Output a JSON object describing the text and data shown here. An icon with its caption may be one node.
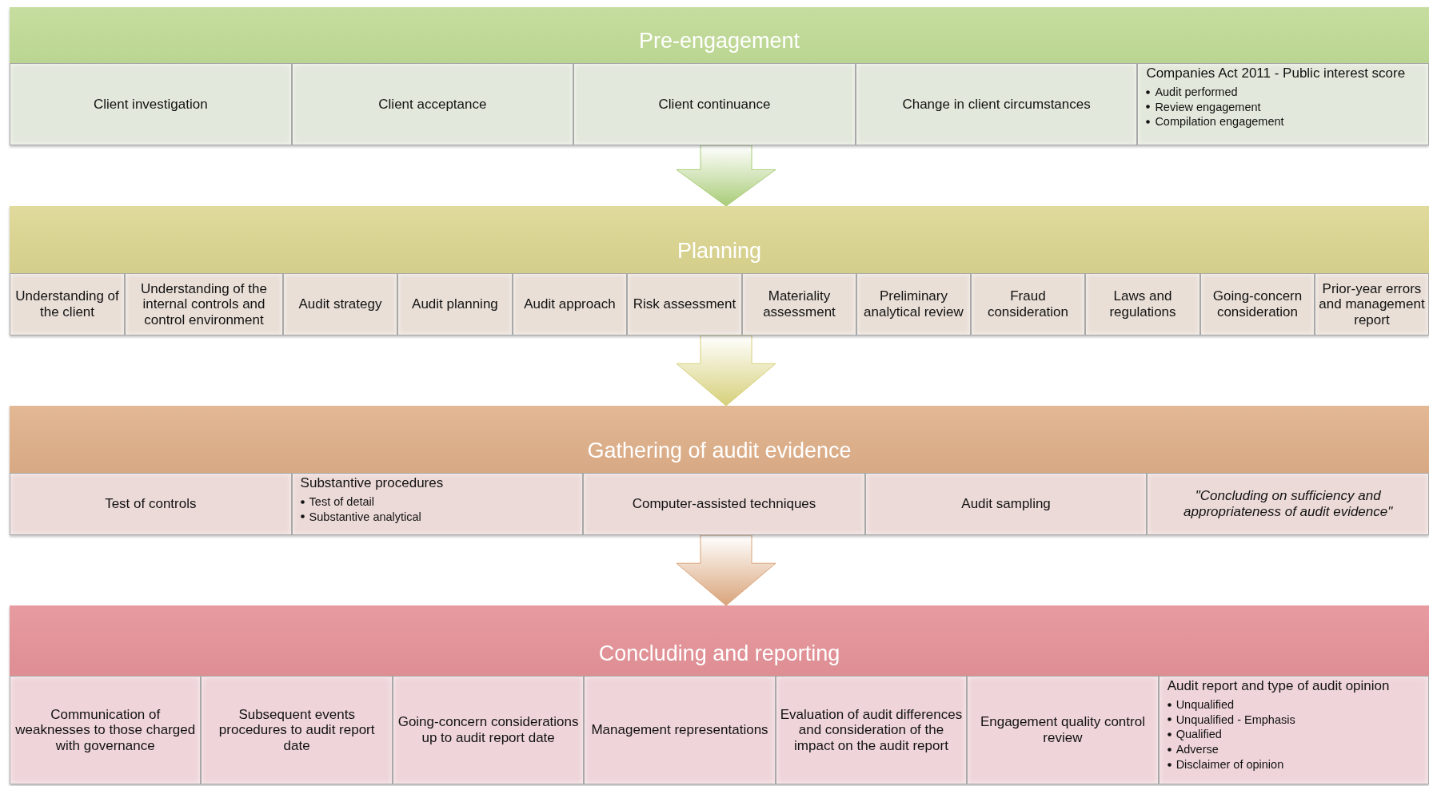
{
  "diagram": {
    "nodes": [
      {
        "text": [
          "Pre-engagement"
        ]
      },
      {
        "text": [
          "Client investigation"
        ],
        "in": 0
      },
      {
        "text": [
          "Client acceptance"
        ],
        "in": 0
      },
      {
        "text": [
          "Client continuance"
        ],
        "in": 0
      },
      {
        "text": [
          "Change in client circumstances"
        ],
        "in": 0
      },
      {
        "text": [
          "Companies Act 2011 - Public interest score",
          "Audit performed",
          "Review engagement",
          "Compilation engagement"
        ],
        "in": 0
      },
      {
        "text": [
          "Planning"
        ]
      },
      {
        "text": [
          "Understanding of the client"
        ],
        "in": 6
      },
      {
        "text": [
          "Understanding of the internal controls and control environment"
        ],
        "in": 6
      },
      {
        "text": [
          "Audit strategy"
        ],
        "in": 6
      },
      {
        "text": [
          "Audit planning"
        ],
        "in": 6
      },
      {
        "text": [
          "Audit approach"
        ],
        "in": 6
      },
      {
        "text": [
          "Risk assessment"
        ],
        "in": 6
      },
      {
        "text": [
          "Materiality assessment"
        ],
        "in": 6
      },
      {
        "text": [
          "Preliminary analytical review"
        ],
        "in": 6
      },
      {
        "text": [
          "Fraud consideration"
        ],
        "in": 6
      },
      {
        "text": [
          "Laws and regulations"
        ],
        "in": 6
      },
      {
        "text": [
          "Going-concern consideration"
        ],
        "in": 6
      },
      {
        "text": [
          "Prior-year errors and management report"
        ],
        "in": 6
      },
      {
        "text": [
          "Gathering of audit evidence"
        ]
      },
      {
        "text": [
          "Test of controls"
        ],
        "in": 19
      },
      {
        "text": [
          "Substantive procedures",
          "Test of detail",
          "Substantive analytical"
        ],
        "in": 19
      },
      {
        "text": [
          "Computer-assisted techniques"
        ],
        "in": 19
      },
      {
        "text": [
          "Audit sampling"
        ],
        "in": 19
      },
      {
        "text": [
          "\"Concluding on sufficiency and appropriateness of audit evidence\""
        ],
        "in": 19
      },
      {
        "text": [
          "Concluding and reporting"
        ]
      },
      {
        "text": [
          "Communication of weaknesses to those charged with governance"
        ],
        "in": 25
      },
      {
        "text": [
          "Subsequent events procedures to audit report date"
        ],
        "in": 25
      },
      {
        "text": [
          "Going-concern considerations up to audit report date"
        ],
        "in": 25
      },
      {
        "text": [
          "Management representations"
        ],
        "in": 25
      },
      {
        "text": [
          "Evaluation of audit differences and consideration of the impact on the audit report"
        ],
        "in": 25
      },
      {
        "text": [
          "Engagement quality control review"
        ],
        "in": 25
      },
      {
        "text": [
          "Audit report and type of audit opinion",
          "Unqualified",
          "Unqualified - Emphasis",
          "Qualified",
          "Adverse",
          "Disclaimer of opinion"
        ],
        "in": 25
      }
    ],
    "edges": [
      {
        "from": 0,
        "to": 6,
        "arrow": "to",
        "style": "thick",
        "color": "#a9cc78"
      },
      {
        "from": 6,
        "to": 19,
        "arrow": "to",
        "style": "thick",
        "color": "#d6d07a"
      },
      {
        "from": 19,
        "to": 25,
        "arrow": "to",
        "style": "thick",
        "color": "#d9a47a"
      }
    ]
  }
}
